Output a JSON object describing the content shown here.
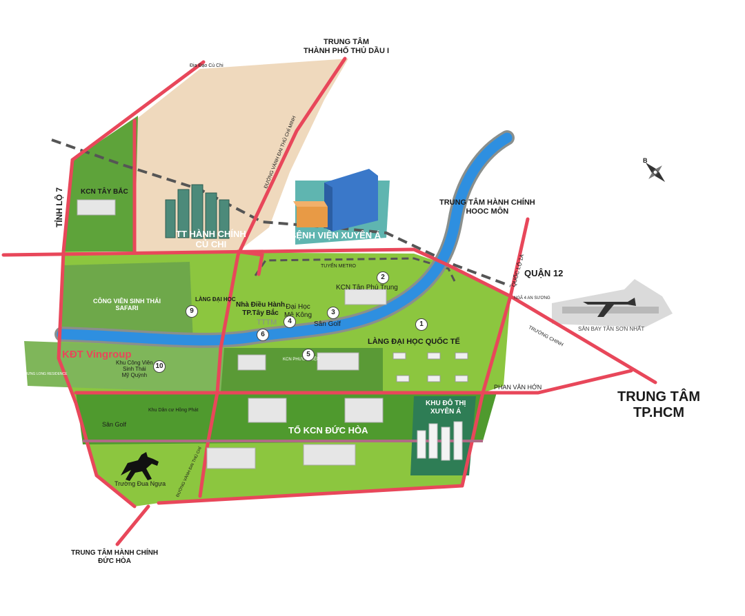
{
  "labels": {
    "tt_thu_dau_mot": "TRUNG TÂM\nTHÀNH PHỐ THỦ DẦU I",
    "dia_dao": "Địa Đạo Củ Chi",
    "duong_vanh_dai_top": "ĐƯỜNG VÀNH ĐAI THỦ CHÍ MINH",
    "tinh_lo_7": "TỈNH LỘ 7",
    "kcn_tay_bac": "KCN TÂY BẮC",
    "tt_hanh_chinh_cu_chi": "TT HÀNH CHÍNH\nCỦ CHI",
    "benh_vien_xuyen_a": "BỆNH VIỆN XUYÊN Á",
    "tt_hanh_chinh_hoc_mon": "TRUNG TÂM HÀNH CHÍNH\nHOOC MÔN",
    "quan_12": "QUẬN 12",
    "quoc_lo_1a": "QUỐC LỘ 1A",
    "nga_4_an_suong": "NGÃ 4 AN SƯƠNG",
    "tuyen_metro": "TUYẾN METRO",
    "kcn_tan_phu_trung": "KCN Tân Phú Trung",
    "cong_vien_safari": "CÔNG VIÊN SINH THÁI\nSAFARI",
    "lang_dai_hoc": "LÀNG ĐẠI HỌC",
    "nha_dieu_hanh": "Nhà Điều Hành\nTP.Tây Bắc",
    "dai_hoc_me_kong": "Đại Học\nMê Kông",
    "san_golf_1": "Sân Golf",
    "tttm": "TTTM",
    "lang_dai_hoc_quoc_te": "LÀNG ĐẠI HỌC QUỐC TẾ",
    "san_bay": "SÂN BAY TÂN SƠN NHẤT",
    "truong_chinh": "TRƯỜNG CHINH",
    "kdt_vingroup": "KĐT Vingroup",
    "hung_long": "HƯNG LONG RESIDENCE",
    "khu_cong_vien": "Khu Công Viên\nSinh Thái\nMỹ Quỳnh",
    "kcn_phuoc_hiep": "KCN PHƯỚC HIỆP",
    "phan_van_hon": "PHAN VĂN HỚN",
    "tt_tphcm": "TRUNG TÂM\nTP.HCM",
    "khu_dan_cu": "Khu Dân cư Hồng Phát",
    "san_golf_2": "Sân Golf",
    "kcn_duc_hoa": "TỔ KCN ĐỨC HÒA",
    "khu_do_thi": "KHU ĐÔ THỊ\nXUYÊN Á",
    "duong_vanh_dai_bottom": "ĐƯỜNG VÀNH ĐAI THỦ CHÍ",
    "truong_dua_ngua": "Trường Đua Ngựa",
    "tt_duc_hoa": "TRUNG TÂM HÀNH CHÍNH\nĐỨC HÒA"
  },
  "markers": [
    "1",
    "2",
    "3",
    "4",
    "5",
    "6",
    "9",
    "10"
  ],
  "compass": "B",
  "colors": {
    "road": "#e8475a",
    "river": "#2e8fe0",
    "river_edge": "#8a8f8c",
    "green_light": "#8cc63f",
    "green_dark": "#4f9a2e",
    "beige": "#efd9bd",
    "metro": "#555555"
  }
}
